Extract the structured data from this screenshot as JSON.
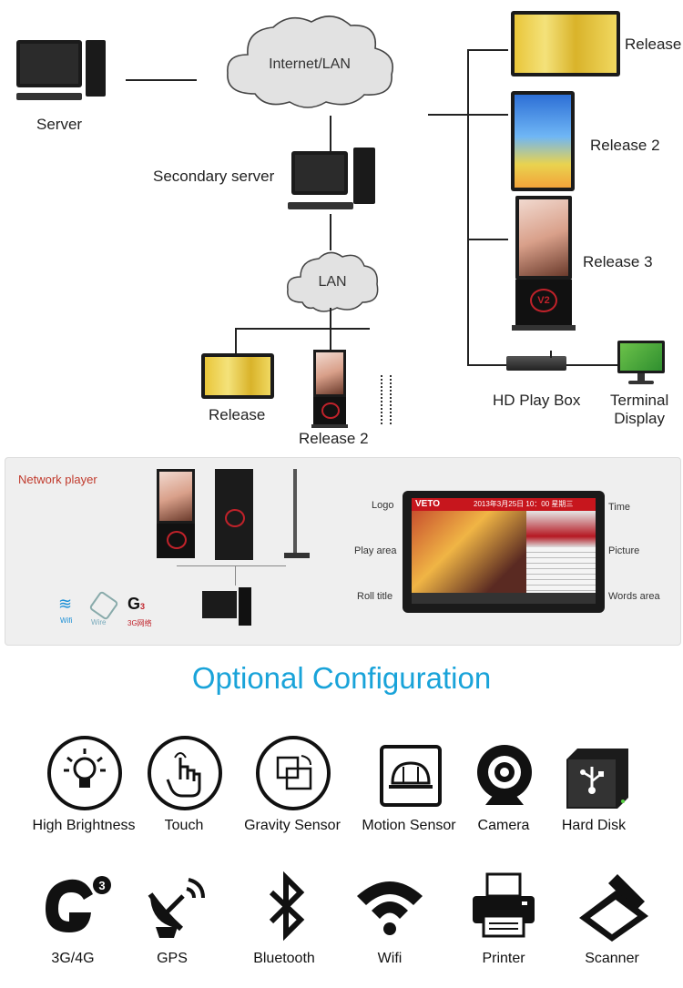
{
  "diagram": {
    "server_label": "Server",
    "internet_label": "Internet/LAN",
    "secondary_server_label": "Secondary server",
    "lan_label": "LAN",
    "release_label": "Release",
    "release2_label": "Release 2",
    "release3_label": "Release 3",
    "bottom_release_label": "Release",
    "bottom_release2_label": "Release 2",
    "hd_play_box_label": "HD Play Box",
    "terminal_display_label": "Terminal\nDisplay"
  },
  "network_player": {
    "title": "Network player",
    "logo_label": "Logo",
    "play_area_label": "Play area",
    "roll_title_label": "Roll title",
    "time_label": "Time",
    "picture_label": "Picture",
    "words_area_label": "Words area",
    "wifi_label": "Wifi",
    "wire_label": "Wire",
    "net3g_label": "3G网络",
    "brand_text": "VETO",
    "date_text": "2013年3月25日  10：00  星期三",
    "v2_logo": "V2"
  },
  "optional": {
    "title": "Optional Configuration",
    "features_row1": [
      {
        "label": "High Brightness",
        "icon": "bulb-icon"
      },
      {
        "label": "Touch",
        "icon": "touch-hand-icon"
      },
      {
        "label": "Gravity Sensor",
        "icon": "gravity-sensor-icon"
      },
      {
        "label": "Motion Sensor",
        "icon": "motion-sensor-icon"
      },
      {
        "label": "Camera",
        "icon": "camera-icon"
      },
      {
        "label": "Hard Disk",
        "icon": "hard-disk-icon"
      }
    ],
    "features_row2": [
      {
        "label": "3G/4G",
        "icon": "3g-icon"
      },
      {
        "label": "GPS",
        "icon": "gps-dish-icon"
      },
      {
        "label": "Bluetooth",
        "icon": "bluetooth-icon"
      },
      {
        "label": "Wifi",
        "icon": "wifi-icon"
      },
      {
        "label": "Printer",
        "icon": "printer-icon"
      },
      {
        "label": "Scanner",
        "icon": "scanner-icon"
      }
    ]
  }
}
